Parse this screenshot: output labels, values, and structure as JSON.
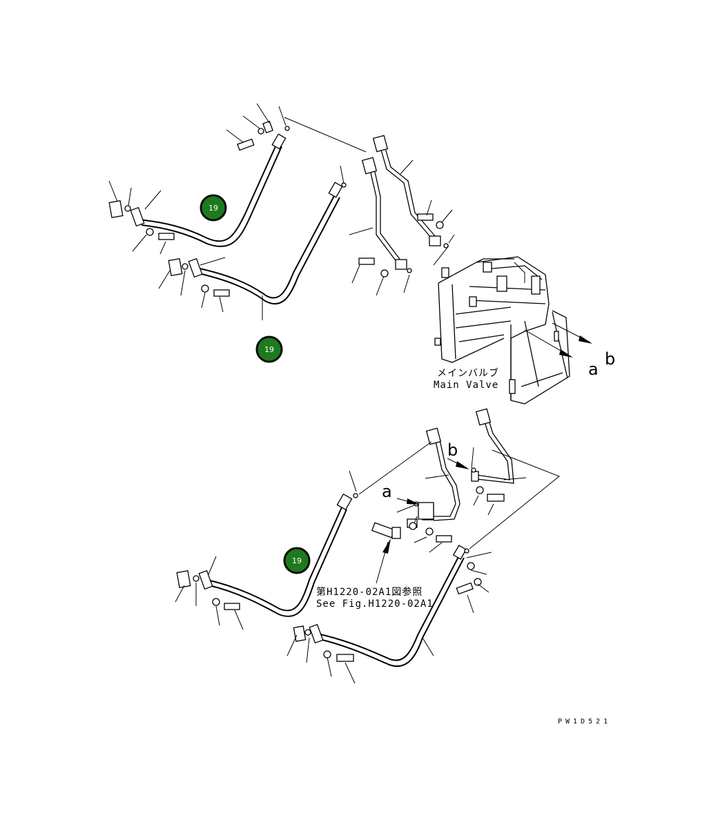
{
  "callouts": [
    {
      "id": "callout-1",
      "label": "19"
    },
    {
      "id": "callout-2",
      "label": "19"
    },
    {
      "id": "callout-3",
      "label": "19"
    }
  ],
  "main_valve": {
    "jp": "メインバルブ",
    "en": "Main Valve"
  },
  "arrows": {
    "a": "a",
    "b": "b"
  },
  "reference": {
    "jp": "第H1220-02A1図参照",
    "en": "See Fig.H1220-02A1"
  },
  "drawing_code": "PW1D521"
}
